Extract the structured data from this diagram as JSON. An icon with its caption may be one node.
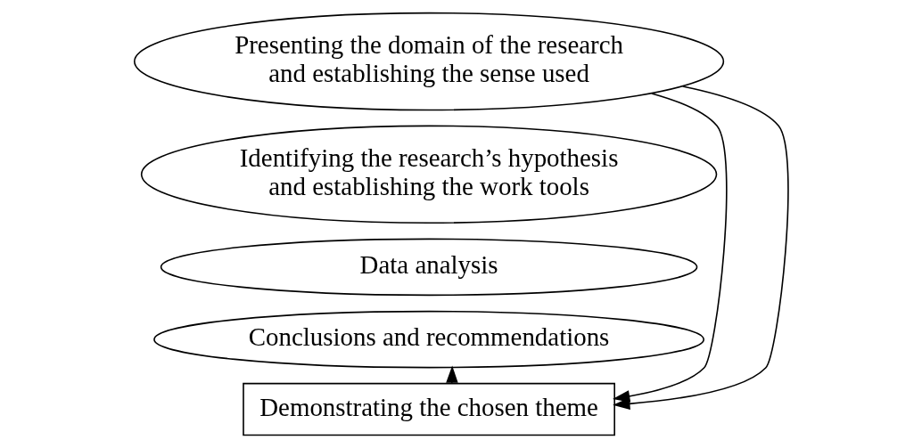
{
  "diagram": {
    "nodes": [
      {
        "text": [
          "Presenting the domain of the research and establishing the sense used"
        ]
      },
      {
        "text": [
          "Identifying the research’s hypothesis and establishing the work tools"
        ]
      },
      {
        "text": [
          "Data analysis"
        ]
      },
      {
        "text": [
          "Conclusions and recommendations"
        ]
      },
      {
        "text": [
          "Demonstrating the chosen theme"
        ]
      }
    ],
    "edges": [
      {
        "from": 4,
        "to": 3,
        "arrow": "to"
      },
      {
        "from": 0,
        "to": 4,
        "arrow": "to"
      },
      {
        "from": 0,
        "to": 4,
        "arrow": "to"
      }
    ]
  }
}
